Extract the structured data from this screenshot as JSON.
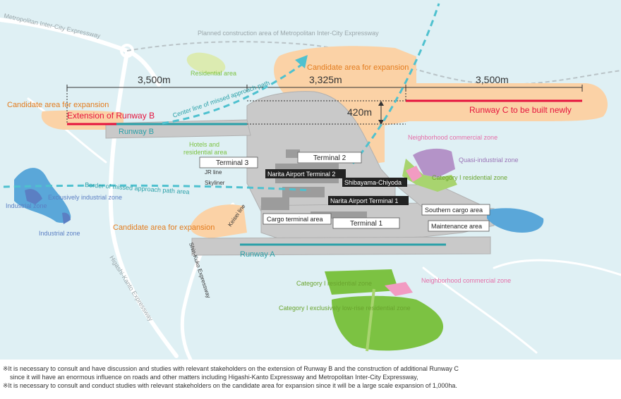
{
  "colors": {
    "sea": "#dff0f4",
    "expansion": "#fbd2a6",
    "airport": "#c9c9c9",
    "runway_existing": "#2aa0a8",
    "runway_new": "#e5133d",
    "green": "#7cc242",
    "light_green": "#a8d46f",
    "pink": "#f29bc2",
    "purple": "#b493c8",
    "water": "#5aa7d9",
    "industrial": "#5b7fc3",
    "missed_path": "#4fc1cf"
  },
  "distances": {
    "runway_b": "3,500m",
    "middle": "3,325m",
    "runway_c": "3,500m",
    "offset": "420m"
  },
  "runways": {
    "b_extension": "Extension of Runway B",
    "b": "Runway B",
    "c": "Runway C to be built newly",
    "a": "Runway A"
  },
  "expansion": {
    "left": "Candidate area for expansion",
    "top": "Candidate area for expansion",
    "bottom": "Candidate area for expansion"
  },
  "paths": {
    "center_line": "Center line of missed approach path",
    "border": "Border of missed approach path area"
  },
  "roads": {
    "metro_expressway": "Metropolitan Inter-City Expressway",
    "planned": "Planned construction area of Metropolitan Inter-City Expressway",
    "higashi_kanto": "Higashi-Kanto Expressway",
    "shin_kuko": "Shin-Kuko Expressway",
    "keisei": "Keisei line",
    "jr": "JR line",
    "skyliner": "Skyliner"
  },
  "zones": {
    "residential": "Residential area",
    "hotels_line1": "Hotels and",
    "hotels_line2": "residential area",
    "neighborhood_top": "Neighborhood commercial zone",
    "quasi_industrial": "Quasi-industrial zone",
    "category1_right": "Category I residential zone",
    "exclusively_industrial": "Exclusively industrial zone",
    "industrial_1": "Industrial zone",
    "industrial_2": "Industrial zone",
    "category1_bottom": "Category I residential zone",
    "neighborhood_bottom": "Neighborhood commercial zone",
    "low_rise": "Category I exclusively low-rise residential zone"
  },
  "facilities": {
    "terminal2": "Terminal 2",
    "terminal3": "Terminal 3",
    "terminal1": "Terminal 1",
    "cargo": "Cargo terminal area",
    "southern_cargo": "Southern cargo area",
    "maintenance": "Maintenance area"
  },
  "stations": {
    "narita_t2": "Narita Airport Terminal 2",
    "narita_t1": "Narita Airport Terminal 1",
    "shibayama": "Shibayama-Chiyoda"
  },
  "notes": {
    "line1": "※It is necessary to consult and have discussion and studies with relevant stakeholders on the extension of Runway B and the construction of additional Runway C",
    "line2": "since it will have an enormous influence on roads and other matters including Higashi-Kanto Expressway and Metropolitan Inter-City Expressway,",
    "line3": "※It is necessary to consult and conduct studies with relevant stakeholders on the candidate area for expansion since it will be a large scale expansion of 1,000ha."
  }
}
